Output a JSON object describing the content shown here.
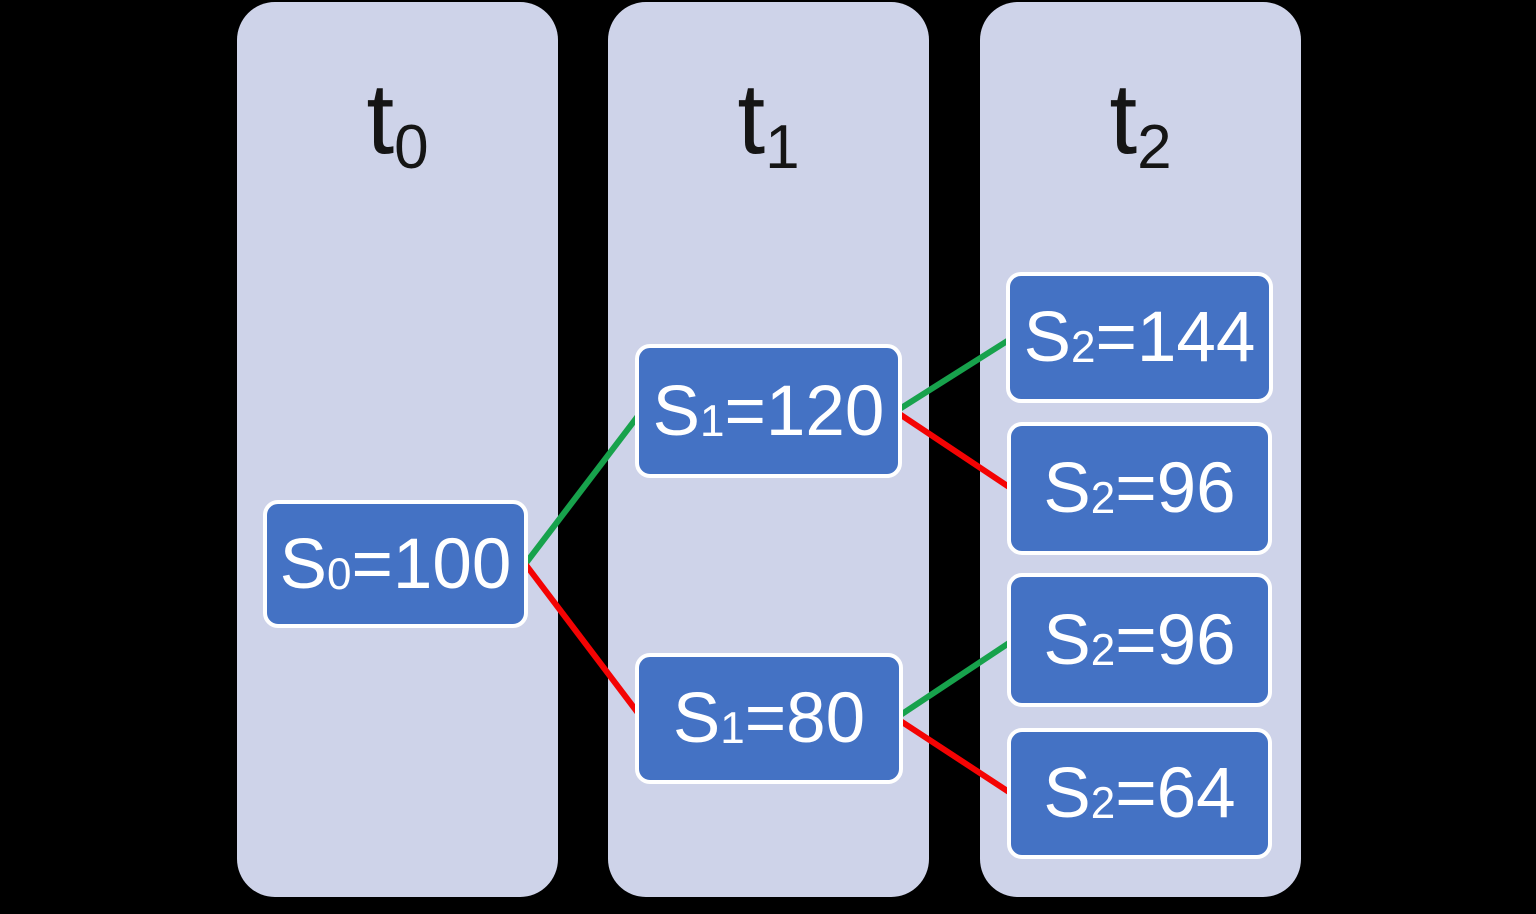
{
  "diagram_type": "binomial-price-tree",
  "colors": {
    "background": "#000000",
    "column_bg": "#CED3E9",
    "node_fill": "#4472C4",
    "node_border": "#FFFFFF",
    "node_text": "#FFFFFF",
    "header_text": "#151515",
    "up_line": "#17A24C",
    "down_line": "#F40303"
  },
  "columns": [
    {
      "id": "t0",
      "header_base": "t",
      "header_sub": "0"
    },
    {
      "id": "t1",
      "header_base": "t",
      "header_sub": "1"
    },
    {
      "id": "t2",
      "header_base": "t",
      "header_sub": "2"
    }
  ],
  "nodes": [
    {
      "id": "S0=100",
      "column": "t0",
      "symbol": "S",
      "sub": "0",
      "value_text": "=100",
      "value": 100
    },
    {
      "id": "S1=120",
      "column": "t1",
      "symbol": "S",
      "sub": "1",
      "value_text": "=120",
      "value": 120
    },
    {
      "id": "S1=80",
      "column": "t1",
      "symbol": "S",
      "sub": "1",
      "value_text": "=80",
      "value": 80
    },
    {
      "id": "S2=144",
      "column": "t2",
      "symbol": "S",
      "sub": "2",
      "value_text": "=144",
      "value": 144
    },
    {
      "id": "S2=96a",
      "column": "t2",
      "symbol": "S",
      "sub": "2",
      "value_text": "=96",
      "value": 96
    },
    {
      "id": "S2=96b",
      "column": "t2",
      "symbol": "S",
      "sub": "2",
      "value_text": "=96",
      "value": 96
    },
    {
      "id": "S2=64",
      "column": "t2",
      "symbol": "S",
      "sub": "2",
      "value_text": "=64",
      "value": 64
    }
  ],
  "edges": [
    {
      "from": "S0=100",
      "to": "S1=120",
      "direction": "up"
    },
    {
      "from": "S0=100",
      "to": "S1=80",
      "direction": "down"
    },
    {
      "from": "S1=120",
      "to": "S2=144",
      "direction": "up"
    },
    {
      "from": "S1=120",
      "to": "S2=96a",
      "direction": "down"
    },
    {
      "from": "S1=80",
      "to": "S2=96b",
      "direction": "up"
    },
    {
      "from": "S1=80",
      "to": "S2=64",
      "direction": "down"
    }
  ]
}
